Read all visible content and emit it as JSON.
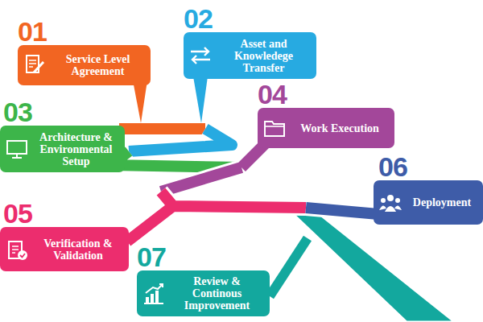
{
  "diagram": {
    "nodes": [
      {
        "text": [
          "01",
          "Service Level Agreement"
        ]
      },
      {
        "text": [
          "02",
          "Asset and Knowledege Transfer"
        ]
      },
      {
        "text": [
          "03",
          "Architecture & Environmental Setup"
        ]
      },
      {
        "text": [
          "04",
          "Work Execution"
        ]
      },
      {
        "text": [
          "05",
          "Verification & Validation"
        ]
      },
      {
        "text": [
          "06",
          "Deployment"
        ]
      },
      {
        "text": [
          "07",
          "Review & Continous Improvement"
        ]
      }
    ]
  }
}
